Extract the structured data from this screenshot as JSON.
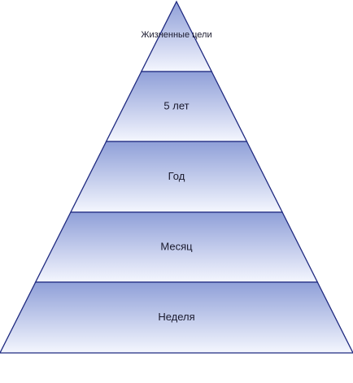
{
  "diagram": {
    "type": "pyramid",
    "levels": [
      {
        "label": "Жизненные цели"
      },
      {
        "label": "5 лет"
      },
      {
        "label": "Год"
      },
      {
        "label": "Месяц"
      },
      {
        "label": "Неделя"
      }
    ],
    "colors": {
      "fill_top": "#8f9fd8",
      "fill_bottom": "#f4f6fe",
      "stroke": "#1f2a80"
    }
  }
}
